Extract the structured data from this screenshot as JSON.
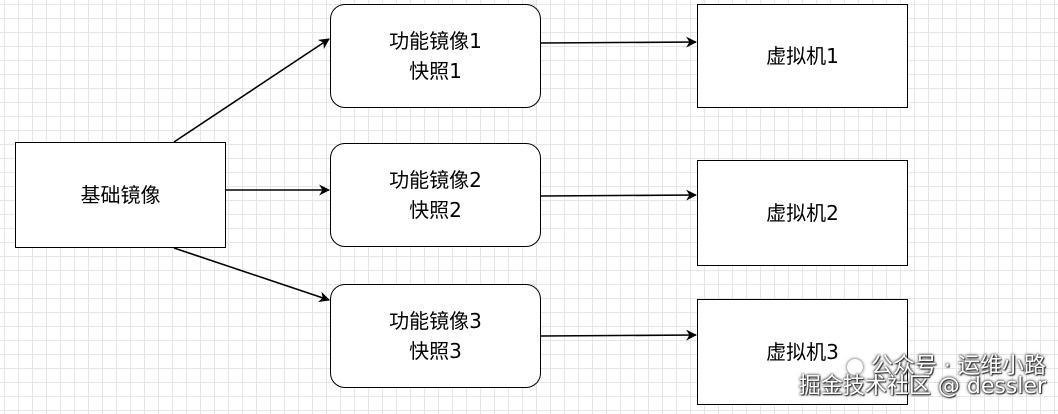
{
  "diagram": {
    "base_image": {
      "label": "基础镜像"
    },
    "functional_images": [
      {
        "name": "功能镜像1",
        "snapshot": "快照1"
      },
      {
        "name": "功能镜像2",
        "snapshot": "快照2"
      },
      {
        "name": "功能镜像3",
        "snapshot": "快照3"
      }
    ],
    "virtual_machines": [
      {
        "label": "虚拟机1"
      },
      {
        "label": "虚拟机2"
      },
      {
        "label": "虚拟机3"
      }
    ],
    "edges": [
      {
        "from": "基础镜像",
        "to": "功能镜像1"
      },
      {
        "from": "基础镜像",
        "to": "功能镜像2"
      },
      {
        "from": "基础镜像",
        "to": "功能镜像3"
      },
      {
        "from": "功能镜像1",
        "to": "虚拟机1"
      },
      {
        "from": "功能镜像2",
        "to": "虚拟机2"
      },
      {
        "from": "功能镜像3",
        "to": "虚拟机3"
      }
    ]
  },
  "watermark": {
    "line1": "公众号 · 运维小路",
    "line2": "掘金技术社区 @ dessler"
  }
}
